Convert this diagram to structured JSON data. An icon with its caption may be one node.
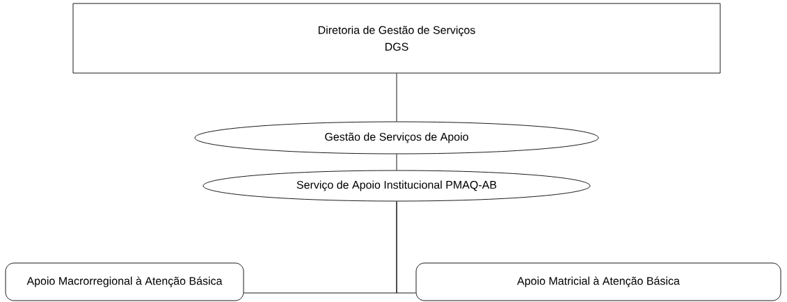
{
  "diagram": {
    "nodes": [
      {
        "text": [
          "Diretoria de Gestão de Serviços",
          "DGS"
        ]
      },
      {
        "text": [
          "Gestão de Serviços de Apoio"
        ]
      },
      {
        "text": [
          "Serviço de Apoio Institucional PMAQ-AB"
        ]
      },
      {
        "text": [
          "Apoio Macrorregional à Atenção Básica"
        ]
      },
      {
        "text": [
          "Apoio Matricial à Atenção Básica"
        ]
      }
    ],
    "edges": [
      {
        "from": 0,
        "to": 1,
        "arrow": "none"
      },
      {
        "from": 1,
        "to": 2,
        "arrow": "none"
      },
      {
        "from": 2,
        "to": 3,
        "arrow": "none"
      },
      {
        "from": 2,
        "to": 4,
        "arrow": "none"
      }
    ]
  }
}
